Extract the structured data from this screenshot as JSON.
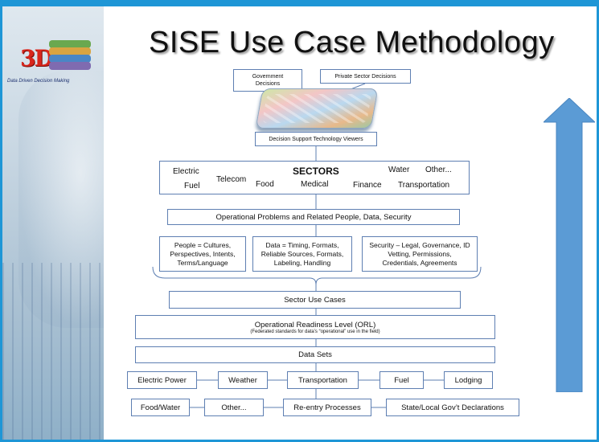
{
  "title": "SISE Use Case Methodology",
  "logo": {
    "mark": "3DM",
    "tagline": "Data Driven Decision Making"
  },
  "decisions": {
    "government": "Government Decisions",
    "private": "Private Sector Decisions"
  },
  "viewers": "Decision Support Technology Viewers",
  "sectors": {
    "heading": "SECTORS",
    "items": [
      "Electric",
      "Fuel",
      "Telecom",
      "Food",
      "Medical",
      "Finance",
      "Water",
      "Other...",
      "Transportation"
    ]
  },
  "operational_problems": "Operational Problems and Related People, Data, Security",
  "categories": {
    "people": "People = Cultures, Perspectives, Intents, Terms/Language",
    "data": "Data = Timing, Formats, Reliable Sources, Formats, Labeling, Handling",
    "security": "Security – Legal, Governance, ID Vetting, Permissions, Credentials, Agreements"
  },
  "sector_use_cases": "Sector Use Cases",
  "orl": {
    "title": "Operational Readiness Level (ORL)",
    "subtitle": "(Federated standards for data’s “operational” use in the field)"
  },
  "data_sets": "Data Sets",
  "row1": [
    "Electric Power",
    "Weather",
    "Transportation",
    "Fuel",
    "Lodging"
  ],
  "row2": [
    "Food/Water",
    "Other...",
    "Re-entry Processes",
    "State/Local Gov’t Declarations"
  ],
  "colors": {
    "accent": "#1e96d6",
    "box_border": "#5e7fb2",
    "arrow": "#5b9bd5",
    "logo_red": "#d9261c"
  },
  "icons": [
    "decision-support-device-icon",
    "up-arrow-icon"
  ]
}
